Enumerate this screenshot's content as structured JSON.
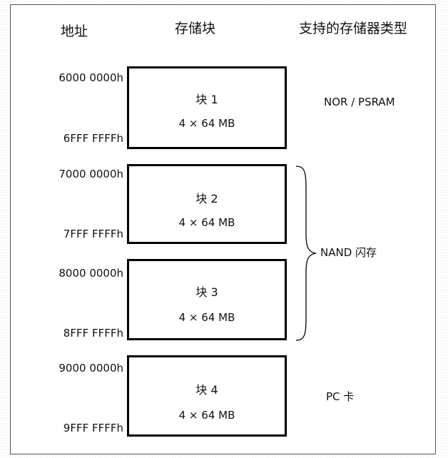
{
  "headers": {
    "address": "地址",
    "block": "存储块",
    "memory_type": "支持的存储器类型"
  },
  "blocks": [
    {
      "name": "块 1",
      "size": "4 × 64 MB",
      "start": "6000 0000h",
      "end": "6FFF FFFFh"
    },
    {
      "name": "块 2",
      "size": "4 × 64 MB",
      "start": "7000 0000h",
      "end": "7FFF FFFFh"
    },
    {
      "name": "块 3",
      "size": "4 × 64 MB",
      "start": "8000 0000h",
      "end": "8FFF FFFFh"
    },
    {
      "name": "块 4",
      "size": "4 × 64 MB",
      "start": "9000 0000h",
      "end": "9FFF FFFFh"
    }
  ],
  "types": {
    "bank1": "NOR / PSRAM",
    "bank23": "NAND 闪存",
    "bank4": "PC 卡"
  }
}
